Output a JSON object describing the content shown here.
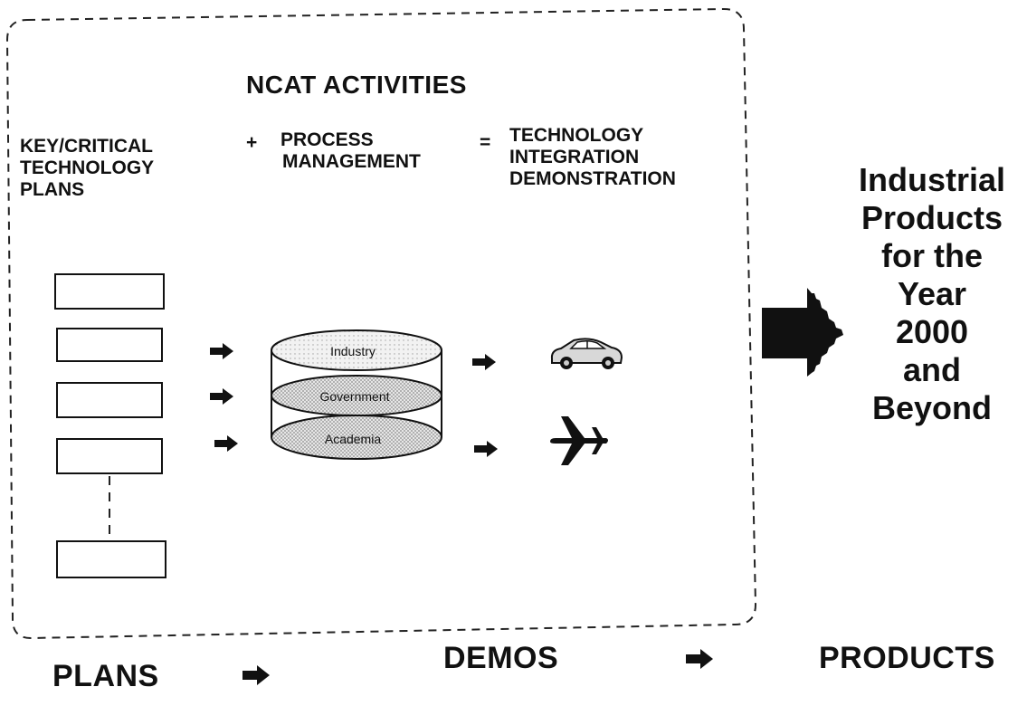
{
  "title": "NCAT ACTIVITIES",
  "columns": {
    "key_critical": [
      "KEY/CRITICAL",
      "TECHNOLOGY",
      "PLANS"
    ],
    "process_management": [
      "PROCESS",
      "MANAGEMENT"
    ],
    "technology_integration": [
      "TECHNOLOGY",
      "INTEGRATION",
      "DEMONSTRATION"
    ]
  },
  "operators": {
    "plus": "+",
    "equals": "="
  },
  "process_layers": [
    "Industry",
    "Government",
    "Academia"
  ],
  "output_text": [
    "Industrial",
    "Products",
    "for the",
    "Year",
    "2000",
    "and",
    "Beyond"
  ],
  "bottom_flow": {
    "plans": "PLANS",
    "demos": "DEMOS",
    "products": "PRODUCTS"
  },
  "icons": [
    "car-icon",
    "airplane-icon",
    "arrow-right-icon",
    "large-arrow-icon"
  ]
}
